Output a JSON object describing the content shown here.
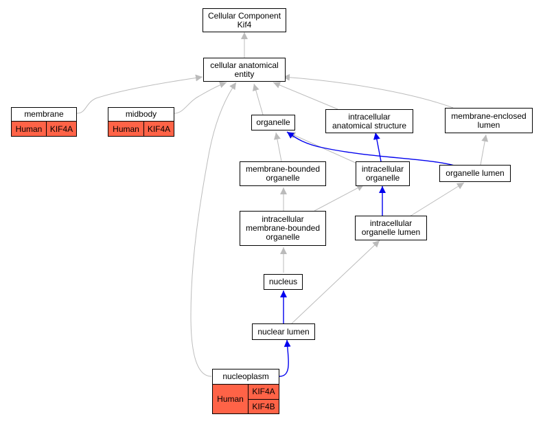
{
  "nodes": {
    "root": [
      "Cellular Component",
      "Kif4"
    ],
    "cae": [
      "cellular anatomical",
      "entity"
    ],
    "membrane": [
      "membrane"
    ],
    "midbody": [
      "midbody"
    ],
    "organelle": [
      "organelle"
    ],
    "ias": [
      "intracellular",
      "anatomical structure"
    ],
    "mel": [
      "membrane-enclosed",
      "lumen"
    ],
    "mbo": [
      "membrane-bounded",
      "organelle"
    ],
    "io": [
      "intracellular",
      "organelle"
    ],
    "ol": [
      "organelle lumen"
    ],
    "imbo": [
      "intracellular",
      "membrane-bounded",
      "organelle"
    ],
    "iol": [
      "intracellular",
      "organelle lumen"
    ],
    "nucleus": [
      "nucleus"
    ],
    "nl": [
      "nuclear lumen"
    ],
    "np": [
      "nucleoplasm"
    ]
  },
  "annotations": {
    "membrane": {
      "species": "Human",
      "genes": [
        "KIF4A"
      ]
    },
    "midbody": {
      "species": "Human",
      "genes": [
        "KIF4A"
      ]
    },
    "nucleoplasm": {
      "species": "Human",
      "genes": [
        "KIF4A",
        "KIF4B"
      ]
    }
  },
  "colors": {
    "is_a_edge": "#bbbbbb",
    "part_of_edge": "#0000ee",
    "annotation_fill": "#ff6347",
    "node_border": "#000000"
  }
}
